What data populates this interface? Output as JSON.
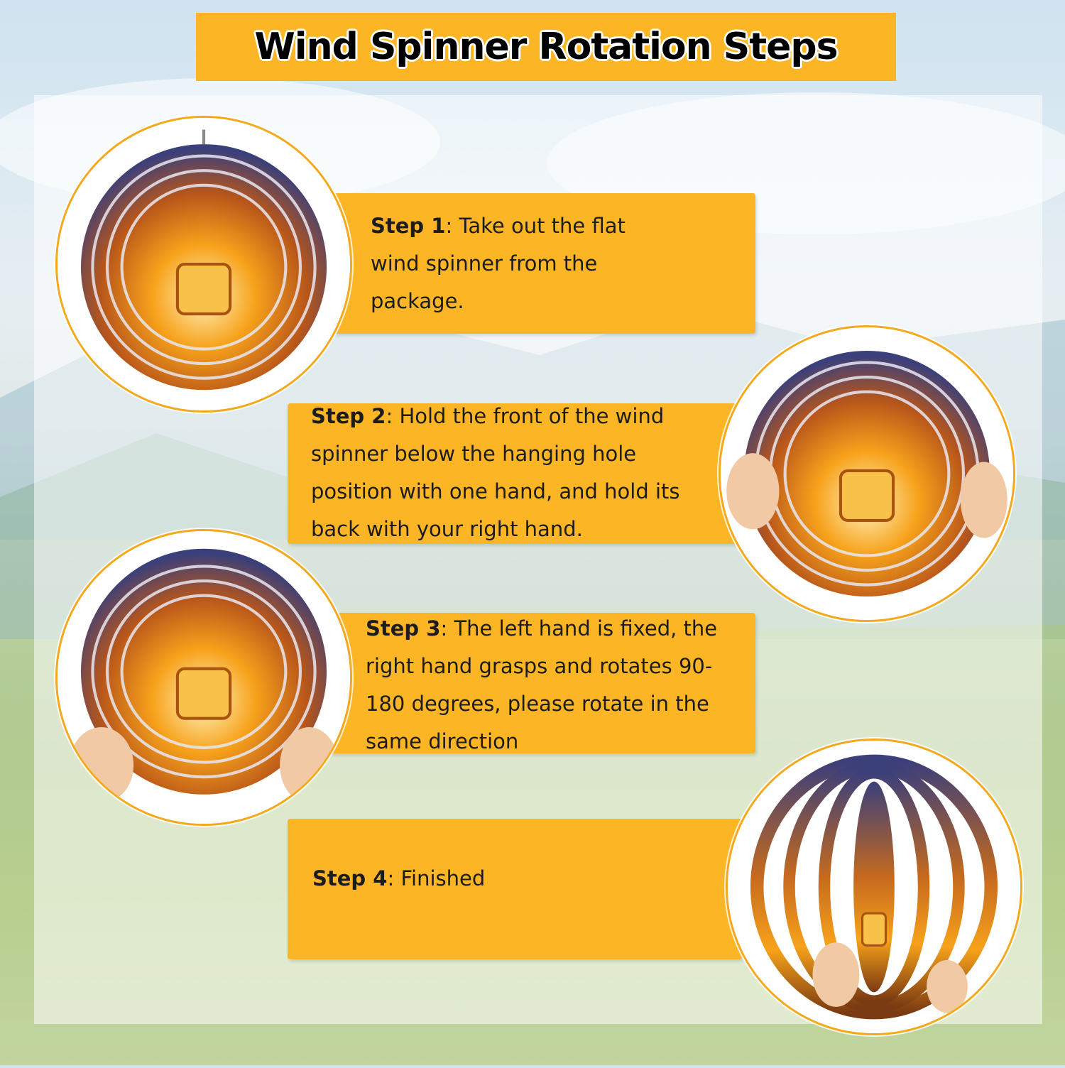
{
  "title": "Wind Spinner Rotation Steps",
  "steps": [
    {
      "label": "Step 1",
      "text": ": Take out the flat wind spinner from the package."
    },
    {
      "label": "Step 2",
      "text": ": Hold the front of the wind spinner below the hanging hole position with one hand, and hold its back with your right hand."
    },
    {
      "label": "Step 3",
      "text": ": The left hand is fixed, the right hand grasps and rotates 90-180 degrees, please rotate in the same direction"
    },
    {
      "label": "Step 4",
      "text": ": Finished"
    }
  ],
  "colors": {
    "accent": "#fcb525",
    "ring": "#f4a81c"
  }
}
